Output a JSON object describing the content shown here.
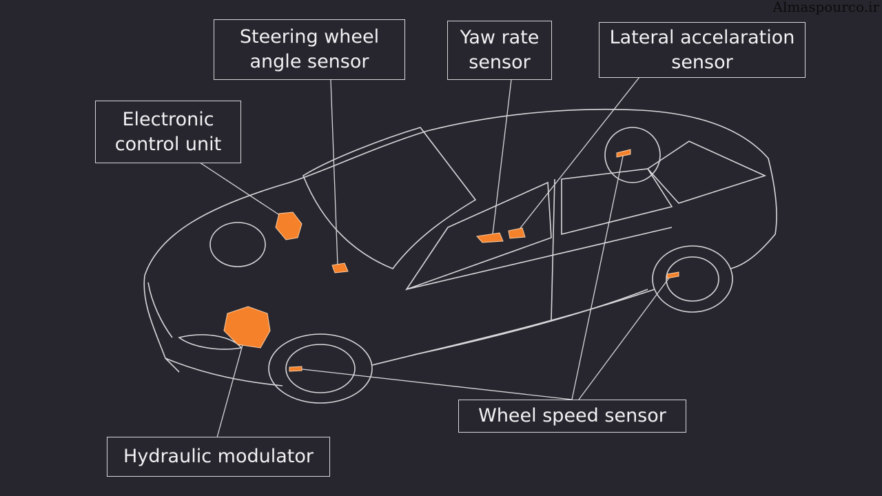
{
  "watermark": "Almaspourco.ir",
  "colors": {
    "background": "#27262e",
    "outline": "#d8d8dc",
    "component": "#f5812a"
  },
  "labels": {
    "steering": "Steering wheel angle sensor",
    "yaw": "Yaw rate sensor",
    "lateral": "Lateral accelaration sensor",
    "ecu": "Electronic control unit",
    "wheel": "Wheel speed sensor",
    "hydraulic": "Hydraulic modulator"
  }
}
